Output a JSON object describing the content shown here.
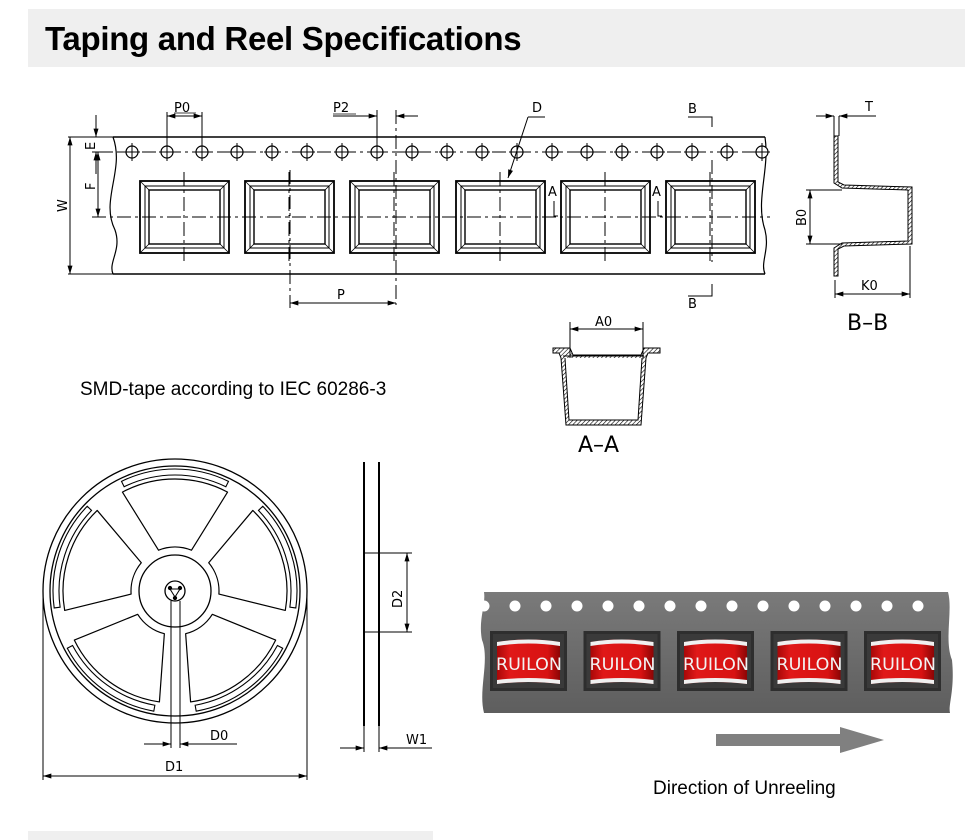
{
  "header": {
    "title": "Taping and Reel Specifications"
  },
  "tape_drawing": {
    "dimension_labels": {
      "P0": "P0",
      "P2": "P2",
      "D": "D",
      "E": "E",
      "F": "F",
      "W": "W",
      "P": "P",
      "A": "A",
      "B": "B",
      "T": "T",
      "B0": "B0",
      "K0": "K0",
      "A0": "A0"
    },
    "section_bb": "B–B",
    "section_aa": "A–A",
    "caption": "SMD-tape according to IEC 60286-3"
  },
  "reel_drawing": {
    "dimension_labels": {
      "D0": "D0",
      "D1": "D1",
      "D2": "D2",
      "W1": "W1"
    }
  },
  "tape_illustration": {
    "component_brand": "RUILON",
    "component_count": 5,
    "colors": {
      "tape": "#6b6b6b",
      "component": "#d41515",
      "arrow": "#808080"
    },
    "direction_caption": "Direction of Unreeling",
    "arrow_icon": "right-arrow-icon"
  }
}
